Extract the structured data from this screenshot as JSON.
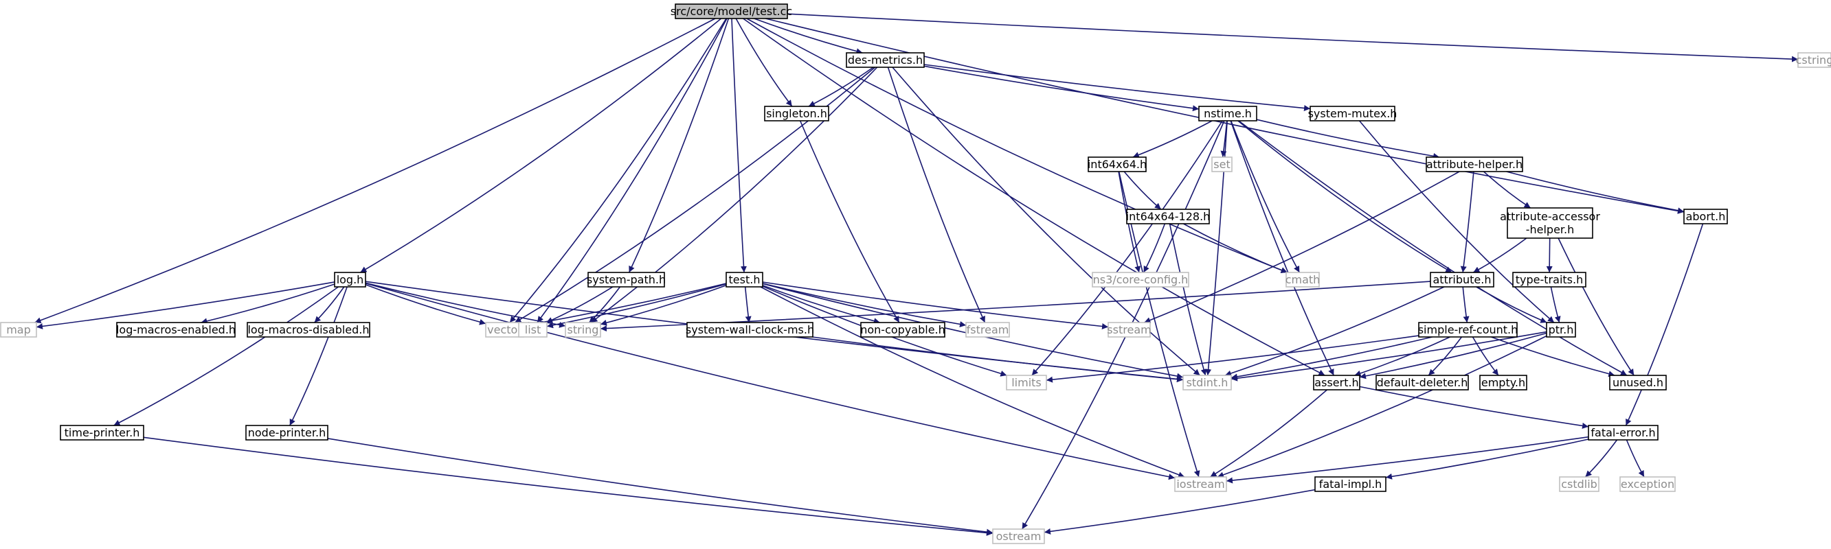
{
  "diagram": {
    "type": "include-dependency-graph",
    "colors": {
      "edge": "#191970",
      "node_border": "#000000",
      "system_border": "#bfbfbf",
      "root_fill": "#bfbfbf",
      "system_text": "#8c8c8c"
    },
    "nodes": [
      {
        "id": "test_cc",
        "label": "src/core/model/test.cc",
        "kind": "root"
      },
      {
        "id": "des_metrics",
        "label": "des-metrics.h",
        "kind": "project"
      },
      {
        "id": "singleton",
        "label": "singleton.h",
        "kind": "project"
      },
      {
        "id": "nstime",
        "label": "nstime.h",
        "kind": "project"
      },
      {
        "id": "system_mutex",
        "label": "system-mutex.h",
        "kind": "project"
      },
      {
        "id": "cstring",
        "label": "cstring",
        "kind": "system"
      },
      {
        "id": "int64x64",
        "label": "int64x64.h",
        "kind": "project"
      },
      {
        "id": "set",
        "label": "set",
        "kind": "system"
      },
      {
        "id": "attribute_helper",
        "label": "attribute-helper.h",
        "kind": "project"
      },
      {
        "id": "int64x64_128",
        "label": "int64x64-128.h",
        "kind": "project"
      },
      {
        "id": "attr_accessor",
        "label": "attribute-accessor\n-helper.h",
        "kind": "project"
      },
      {
        "id": "abort",
        "label": "abort.h",
        "kind": "project"
      },
      {
        "id": "log",
        "label": "log.h",
        "kind": "project"
      },
      {
        "id": "system_path",
        "label": "system-path.h",
        "kind": "project"
      },
      {
        "id": "test_h",
        "label": "test.h",
        "kind": "project"
      },
      {
        "id": "core_config",
        "label": "ns3/core-config.h",
        "kind": "system"
      },
      {
        "id": "cmath",
        "label": "cmath",
        "kind": "system"
      },
      {
        "id": "attribute",
        "label": "attribute.h",
        "kind": "project"
      },
      {
        "id": "type_traits",
        "label": "type-traits.h",
        "kind": "project"
      },
      {
        "id": "map",
        "label": "map",
        "kind": "system"
      },
      {
        "id": "log_enabled",
        "label": "log-macros-enabled.h",
        "kind": "project"
      },
      {
        "id": "log_disabled",
        "label": "log-macros-disabled.h",
        "kind": "project"
      },
      {
        "id": "vector",
        "label": "vector",
        "kind": "system"
      },
      {
        "id": "list",
        "label": "list",
        "kind": "system"
      },
      {
        "id": "string",
        "label": "string",
        "kind": "system"
      },
      {
        "id": "wallclock",
        "label": "system-wall-clock-ms.h",
        "kind": "project"
      },
      {
        "id": "noncopyable",
        "label": "non-copyable.h",
        "kind": "project"
      },
      {
        "id": "fstream",
        "label": "fstream",
        "kind": "system"
      },
      {
        "id": "sstream",
        "label": "sstream",
        "kind": "system"
      },
      {
        "id": "simple_ref",
        "label": "simple-ref-count.h",
        "kind": "project"
      },
      {
        "id": "ptr",
        "label": "ptr.h",
        "kind": "project"
      },
      {
        "id": "limits",
        "label": "limits",
        "kind": "system"
      },
      {
        "id": "stdint",
        "label": "stdint.h",
        "kind": "system"
      },
      {
        "id": "assert",
        "label": "assert.h",
        "kind": "project"
      },
      {
        "id": "default_deleter",
        "label": "default-deleter.h",
        "kind": "project"
      },
      {
        "id": "empty",
        "label": "empty.h",
        "kind": "project"
      },
      {
        "id": "unused",
        "label": "unused.h",
        "kind": "project"
      },
      {
        "id": "time_printer",
        "label": "time-printer.h",
        "kind": "project"
      },
      {
        "id": "node_printer",
        "label": "node-printer.h",
        "kind": "project"
      },
      {
        "id": "fatal_error",
        "label": "fatal-error.h",
        "kind": "project"
      },
      {
        "id": "iostream",
        "label": "iostream",
        "kind": "system"
      },
      {
        "id": "cstdlib",
        "label": "cstdlib",
        "kind": "system"
      },
      {
        "id": "exception",
        "label": "exception",
        "kind": "system"
      },
      {
        "id": "fatal_impl",
        "label": "fatal-impl.h",
        "kind": "project"
      },
      {
        "id": "ostream",
        "label": "ostream",
        "kind": "system"
      }
    ],
    "edges": [
      [
        "test_cc",
        "map"
      ],
      [
        "test_cc",
        "log"
      ],
      [
        "test_cc",
        "vector"
      ],
      [
        "test_cc",
        "list"
      ],
      [
        "test_cc",
        "system_path"
      ],
      [
        "test_cc",
        "test_h"
      ],
      [
        "test_cc",
        "singleton"
      ],
      [
        "test_cc",
        "des_metrics"
      ],
      [
        "test_cc",
        "cmath"
      ],
      [
        "test_cc",
        "assert"
      ],
      [
        "test_cc",
        "abort"
      ],
      [
        "test_cc",
        "cstring"
      ],
      [
        "des_metrics",
        "singleton"
      ],
      [
        "des_metrics",
        "system_mutex"
      ],
      [
        "des_metrics",
        "nstime"
      ],
      [
        "des_metrics",
        "vector"
      ],
      [
        "des_metrics",
        "string"
      ],
      [
        "des_metrics",
        "fstream"
      ],
      [
        "des_metrics",
        "stdint"
      ],
      [
        "singleton",
        "noncopyable"
      ],
      [
        "system_mutex",
        "ptr"
      ],
      [
        "nstime",
        "int64x64"
      ],
      [
        "nstime",
        "set"
      ],
      [
        "nstime",
        "attribute_helper"
      ],
      [
        "nstime",
        "limits"
      ],
      [
        "nstime",
        "stdint"
      ],
      [
        "nstime",
        "cmath"
      ],
      [
        "nstime",
        "assert"
      ],
      [
        "nstime",
        "attribute"
      ],
      [
        "nstime",
        "unused"
      ],
      [
        "nstime",
        "ostream"
      ],
      [
        "int64x64",
        "int64x64_128"
      ],
      [
        "int64x64",
        "core_config"
      ],
      [
        "int64x64",
        "iostream"
      ],
      [
        "int64x64_128",
        "core_config"
      ],
      [
        "int64x64_128",
        "cmath"
      ],
      [
        "int64x64_128",
        "stdint"
      ],
      [
        "attribute_helper",
        "attr_accessor"
      ],
      [
        "attribute_helper",
        "abort"
      ],
      [
        "attribute_helper",
        "attribute"
      ],
      [
        "attribute_helper",
        "sstream"
      ],
      [
        "attr_accessor",
        "attribute"
      ],
      [
        "attr_accessor",
        "type_traits"
      ],
      [
        "attr_accessor",
        "unused"
      ],
      [
        "abort",
        "fatal_error"
      ],
      [
        "attribute",
        "string"
      ],
      [
        "attribute",
        "stdint"
      ],
      [
        "attribute",
        "ptr"
      ],
      [
        "attribute",
        "simple_ref"
      ],
      [
        "type_traits",
        "ptr"
      ],
      [
        "log",
        "map"
      ],
      [
        "log",
        "log_enabled"
      ],
      [
        "log",
        "log_disabled"
      ],
      [
        "log",
        "vector"
      ],
      [
        "log",
        "string"
      ],
      [
        "log",
        "stdint"
      ],
      [
        "log",
        "iostream"
      ],
      [
        "log",
        "time_printer"
      ],
      [
        "log",
        "node_printer"
      ],
      [
        "system_path",
        "list"
      ],
      [
        "system_path",
        "string"
      ],
      [
        "test_h",
        "vector"
      ],
      [
        "test_h",
        "list"
      ],
      [
        "test_h",
        "string"
      ],
      [
        "test_h",
        "wallclock"
      ],
      [
        "test_h",
        "noncopyable"
      ],
      [
        "test_h",
        "fstream"
      ],
      [
        "test_h",
        "sstream"
      ],
      [
        "test_h",
        "limits"
      ],
      [
        "test_h",
        "stdint"
      ],
      [
        "test_h",
        "iostream"
      ],
      [
        "wallclock",
        "stdint"
      ],
      [
        "simple_ref",
        "limits"
      ],
      [
        "simple_ref",
        "stdint"
      ],
      [
        "simple_ref",
        "assert"
      ],
      [
        "simple_ref",
        "default_deleter"
      ],
      [
        "simple_ref",
        "empty"
      ],
      [
        "simple_ref",
        "unused"
      ],
      [
        "ptr",
        "assert"
      ],
      [
        "ptr",
        "stdint"
      ],
      [
        "ptr",
        "iostream"
      ],
      [
        "assert",
        "iostream"
      ],
      [
        "assert",
        "fatal_error"
      ],
      [
        "fatal_error",
        "iostream"
      ],
      [
        "fatal_error",
        "cstdlib"
      ],
      [
        "fatal_error",
        "exception"
      ],
      [
        "fatal_error",
        "fatal_impl"
      ],
      [
        "fatal_impl",
        "ostream"
      ],
      [
        "time_printer",
        "ostream"
      ],
      [
        "node_printer",
        "ostream"
      ]
    ]
  }
}
